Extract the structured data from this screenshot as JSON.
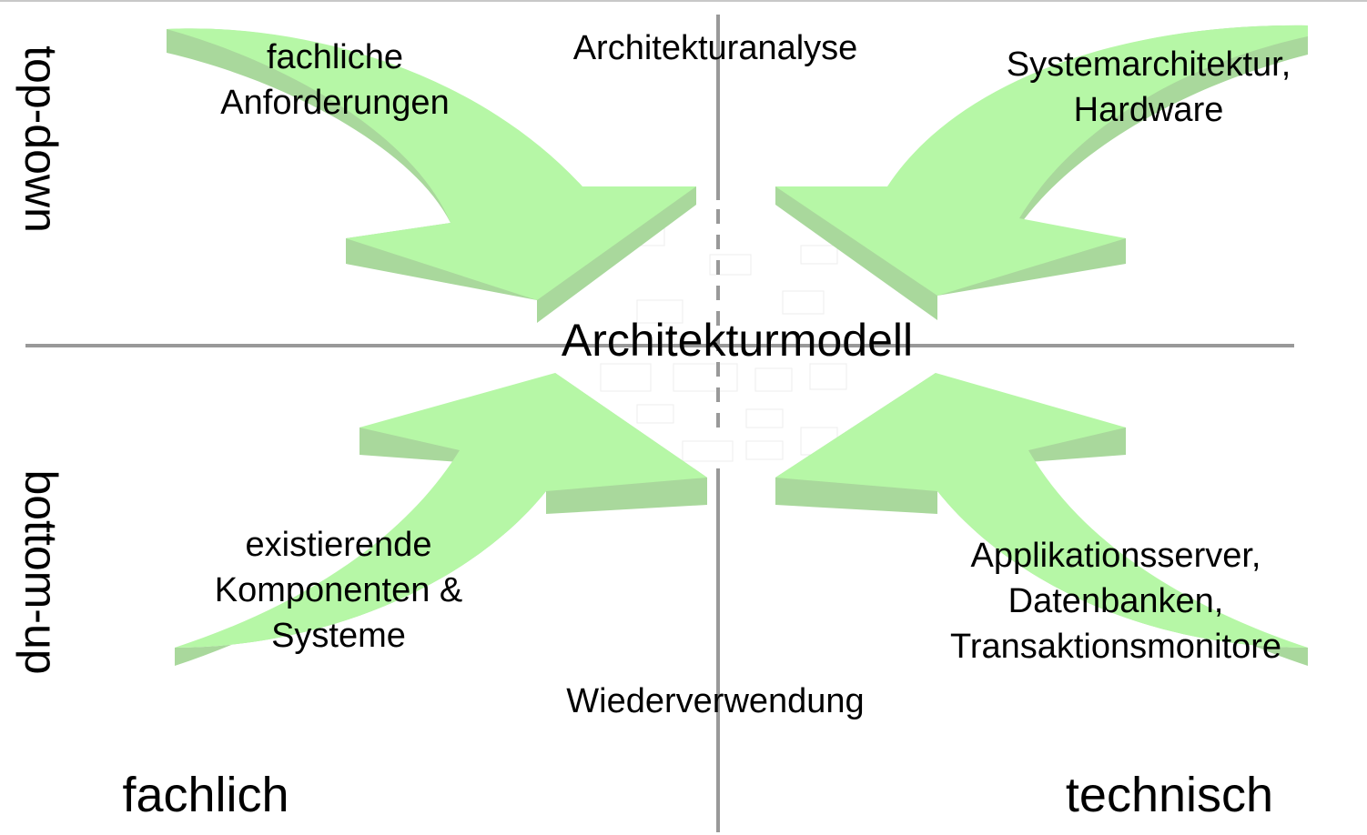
{
  "diagram": {
    "center": "Architekturmodell",
    "top": "Architekturanalyse",
    "bottom": "Wiederverwendung",
    "top_left": "fachliche\nAnforderungen",
    "top_right": "Systemarchitektur,\nHardware",
    "bottom_left": "existierende\nKomponenten &\nSysteme",
    "bottom_right": "Applikationsserver,\nDatenbanken,\nTransaktionsmonitore",
    "axis_bottom_left": "fachlich",
    "axis_bottom_right": "technisch",
    "axis_left_top": "top-down",
    "axis_left_bottom": "bottom-up"
  },
  "colors": {
    "arrow_fill": "#b6f7a6",
    "arrow_shade": "#a9d89c",
    "axis_line": "#999999"
  }
}
